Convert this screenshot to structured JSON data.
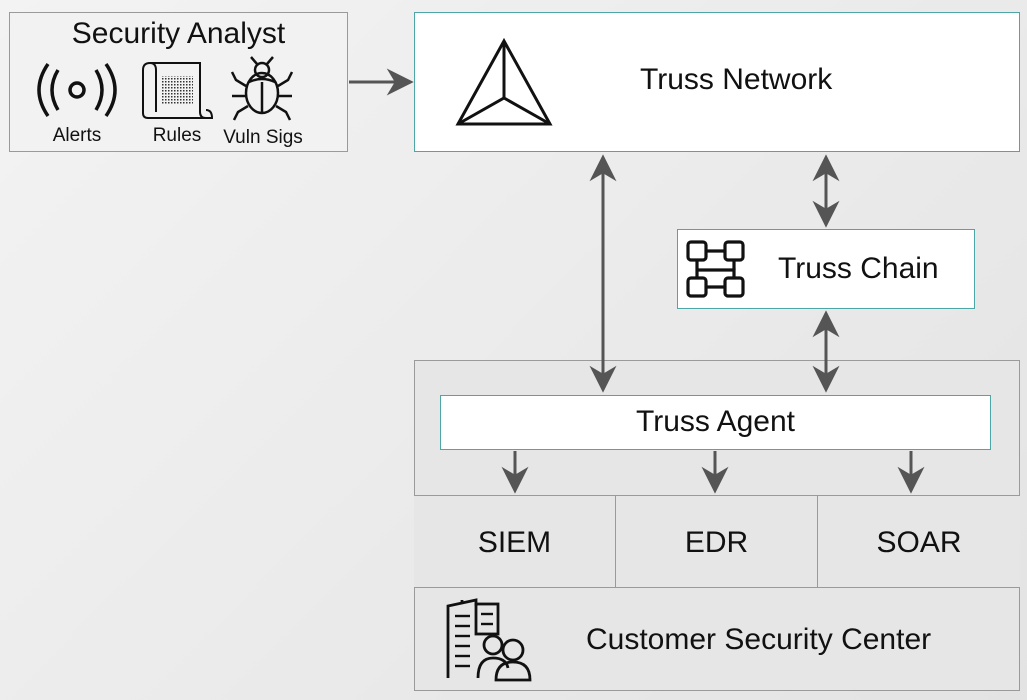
{
  "analyst": {
    "title": "Security Analyst",
    "items": [
      {
        "label": "Alerts",
        "icon": "alert-broadcast-icon"
      },
      {
        "label": "Rules",
        "icon": "scroll-icon"
      },
      {
        "label": "Vuln Sigs",
        "icon": "bug-icon"
      }
    ]
  },
  "network": {
    "label": "Truss Network",
    "icon": "triangle-logo-icon"
  },
  "chain": {
    "label": "Truss Chain",
    "icon": "blockchain-icon"
  },
  "agent": {
    "label": "Truss Agent"
  },
  "tools": [
    "SIEM",
    "EDR",
    "SOAR"
  ],
  "customer_center": {
    "label": "Customer Security Center",
    "icon": "building-people-icon"
  },
  "colors": {
    "accent_border": "#4ea7a7",
    "gray_border": "#9a9a9a",
    "arrow": "#555555"
  }
}
